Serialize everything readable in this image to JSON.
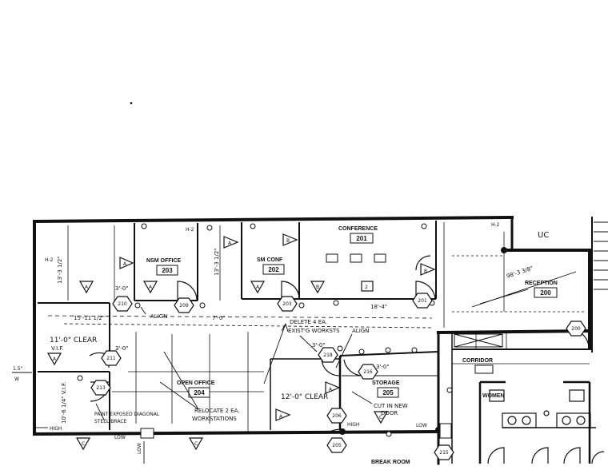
{
  "plan": {
    "rooms": {
      "nsm_office": {
        "name": "NSM OFFICE",
        "number": "203"
      },
      "sm_conf": {
        "name": "SM CONF",
        "number": "202"
      },
      "conference": {
        "name": "CONFERENCE",
        "number": "201"
      },
      "reception": {
        "name": "RECEPTION",
        "number": "200"
      },
      "open_office": {
        "name": "OPEN OFFICE",
        "number": "204"
      },
      "storage": {
        "name": "STORAGE",
        "number": "205"
      },
      "corridor": {
        "name": "CORRIDOR"
      },
      "women": {
        "name": "WOMEN"
      },
      "break_room": {
        "name": "BREAK ROOM"
      }
    },
    "door_tags": [
      "209",
      "210",
      "201",
      "203",
      "206",
      "218",
      "211",
      "213",
      "215",
      "216",
      "200",
      "205"
    ],
    "dims": {
      "d1": "13'-3 1/2\"",
      "d2": "13'-3 1/2\"",
      "d3": "15'-11 1/2\"",
      "d4": "7'-0\"",
      "d5": "18'-4\"",
      "d6": "3'-0\"",
      "d7": "3'-0\"",
      "d8": "10'-6 1/4\" V.I.F.",
      "d9": "98'-3 3/8\"",
      "d10": "3'-0\"",
      "d11": "3'-0\""
    },
    "notes": {
      "clear1": "11'-0\" CLEAR",
      "vif": "V.I.F.",
      "clear2": "12'-0\" CLEAR",
      "align1": "ALIGN",
      "align2": "ALIGN",
      "delete": "DELETE 4 EA.",
      "existing": "EXIST'G WORKSTS",
      "relocate1": "RELOCATE 2 EA.",
      "relocate2": "WORKSTATIONS",
      "paint1": "PAINT EXPOSED DIAGONAL",
      "paint2": "STEEL BRACE",
      "cut1": "CUT IN NEW",
      "cut2": "DOOR",
      "high1": "HIGH",
      "high2": "HIGH",
      "low1": "LOW",
      "low2": "LOW",
      "low3": "LOW",
      "uc": "UC",
      "hc": "H-2",
      "left1": "1.5\"",
      "left2": "W"
    },
    "marker_letters": [
      "A",
      "B",
      "C",
      "2"
    ]
  }
}
